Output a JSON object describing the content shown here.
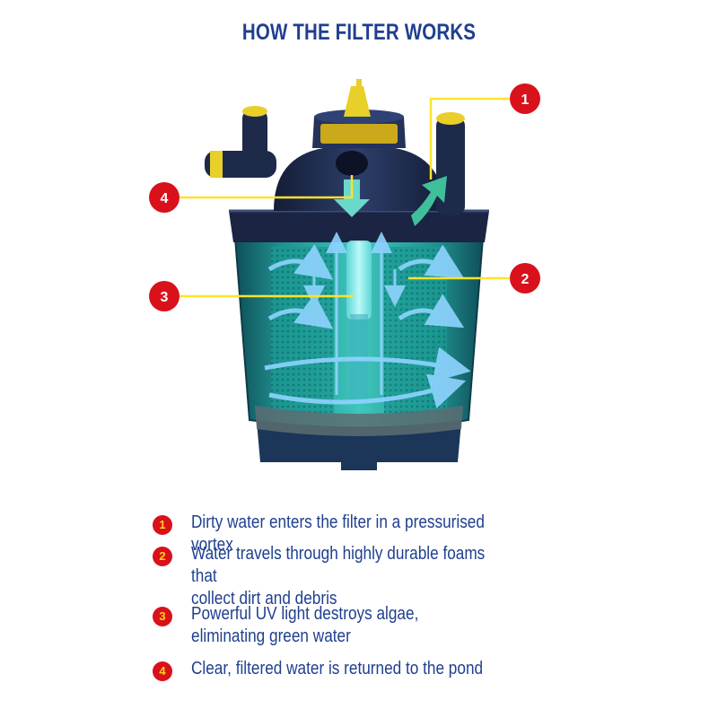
{
  "title": "HOW THE FILTER WORKS",
  "colors": {
    "title_text": "#1f3f8f",
    "badge_fill": "#d8111b",
    "badge_number": "#ffd21a",
    "callout_line": "#ffe32a",
    "housing_dark": "#1d2a4a",
    "canister_teal": "#1f8f8c",
    "water_arrows": "#4aa8ff",
    "cap_yellow": "#e8cf2a"
  },
  "icons": [
    "filter-housing-illustration",
    "inlet-arrow-icon",
    "outlet-arrow-icon",
    "vortex-arrows-icon",
    "uv-lamp-icon"
  ],
  "callouts": [
    {
      "number": "1"
    },
    {
      "number": "2"
    },
    {
      "number": "3"
    },
    {
      "number": "4"
    }
  ],
  "legend": [
    {
      "number": "1",
      "lines": [
        "Dirty water enters the filter in a pressurised vortex"
      ]
    },
    {
      "number": "2",
      "lines": [
        "Water travels through highly durable foams that",
        "collect dirt and debris"
      ]
    },
    {
      "number": "3",
      "lines": [
        "Powerful UV light destroys algae,",
        "eliminating green water"
      ]
    },
    {
      "number": "4",
      "lines": [
        "Clear, filtered water is returned to the pond"
      ]
    }
  ]
}
